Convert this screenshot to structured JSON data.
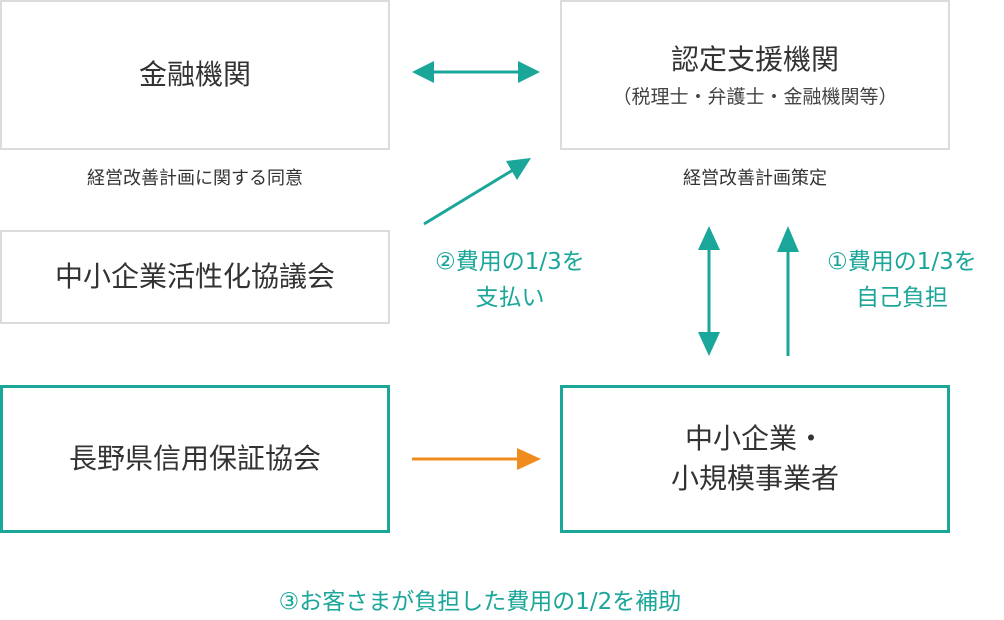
{
  "boxes": {
    "kinyu": {
      "label": "金融機関"
    },
    "nintei": {
      "label": "認定支援機関",
      "sub": "（税理士・弁護士・金融機関等）"
    },
    "kyogikai": {
      "label": "中小企業活性化協議会"
    },
    "hosho": {
      "label": "長野県信用保証協会"
    },
    "jigyosha": {
      "line1": "中小企業・",
      "line2": "小規模事業者"
    }
  },
  "captions": {
    "kinyu": "経営改善計画に関する同意",
    "nintei": "経営改善計画策定"
  },
  "notes": {
    "payment_line1": "②費用の1/3を",
    "payment_line2": "支払い",
    "self_line1": "①費用の1/3を",
    "self_line2": "自己負担",
    "subsidy": "③お客さまが負担した費用の1/2を補助"
  },
  "colors": {
    "teal": "#1ba69a",
    "orange": "#f08c1e",
    "gray_border": "#dcdcdc",
    "text": "#333333"
  }
}
